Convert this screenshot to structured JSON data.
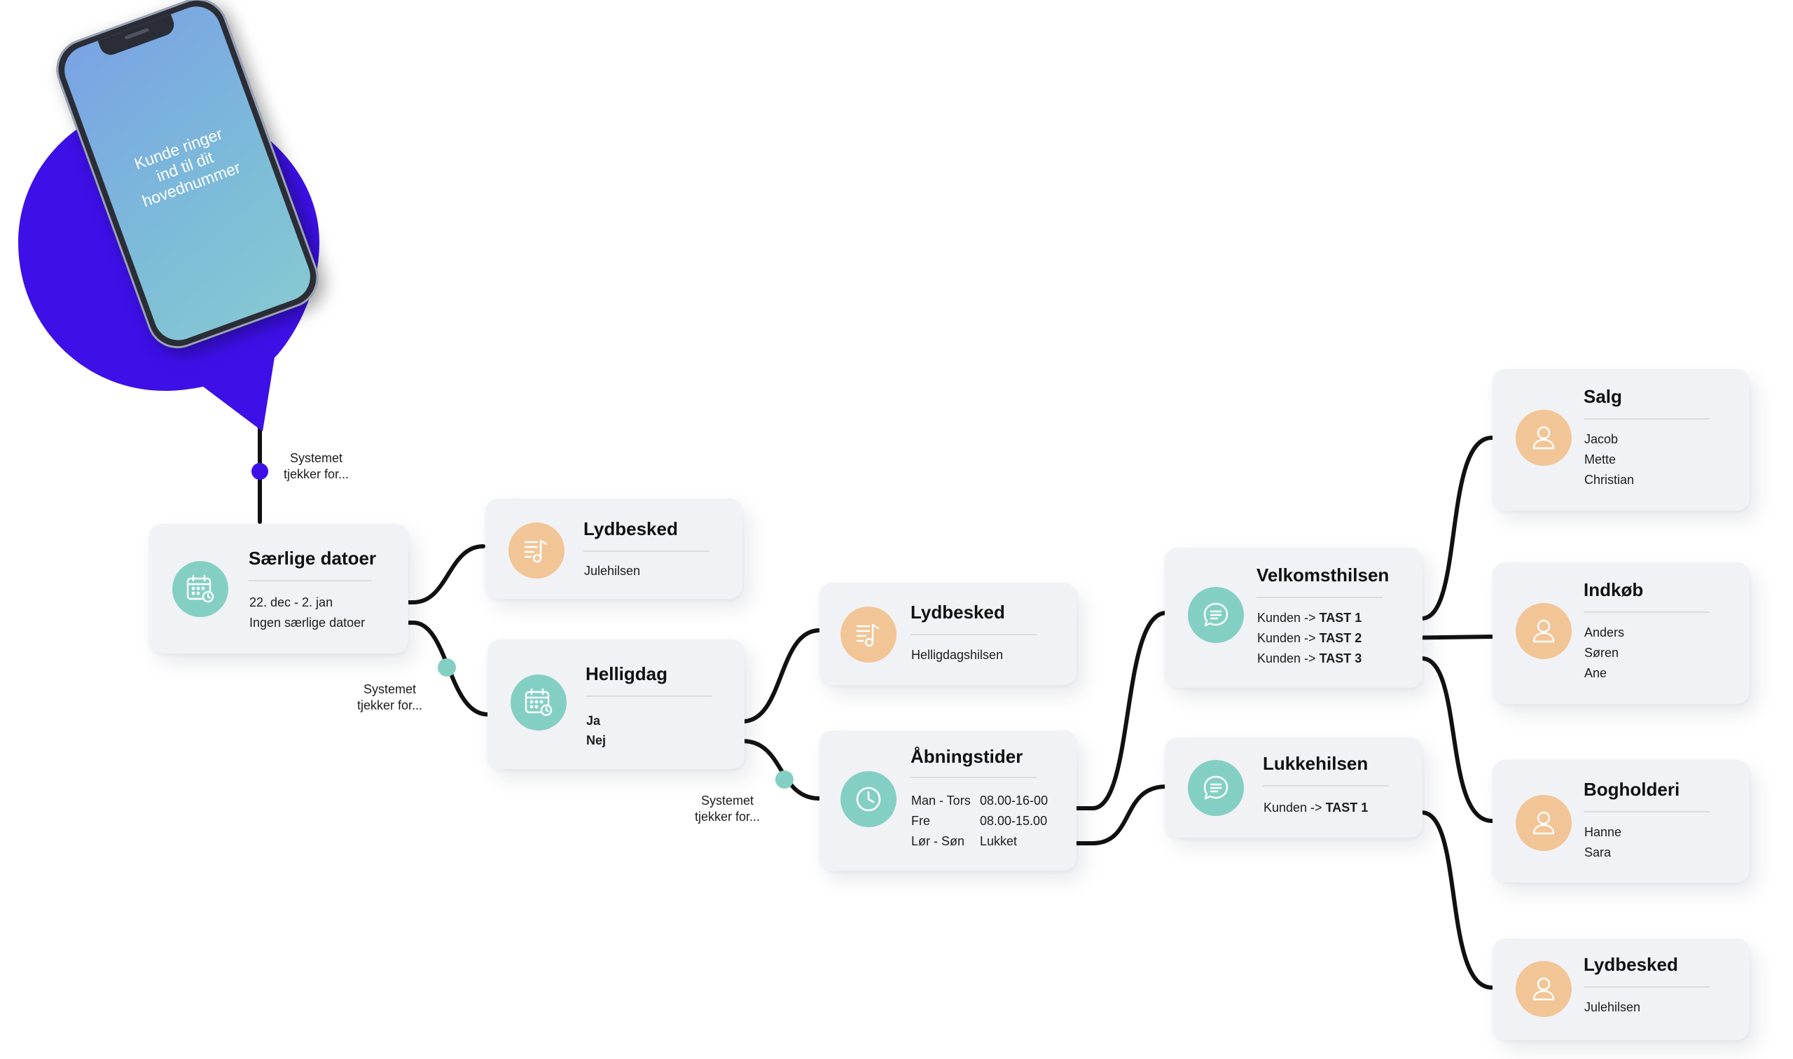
{
  "colors": {
    "accent": "#3d10e8",
    "teal": "#84cfc4",
    "peach": "#f2c597",
    "wire": "#111111",
    "card": "#f1f2f5"
  },
  "phone": {
    "lines": [
      "Kunde ringer",
      "ind til dit",
      "hovednummer"
    ]
  },
  "notes": {
    "n1": [
      "Systemet",
      "tjekker for..."
    ],
    "n2": [
      "Systemet",
      "tjekker for..."
    ],
    "n3": [
      "Systemet",
      "tjekker for..."
    ]
  },
  "cards": {
    "saerlige": {
      "icon": "calendar-icon",
      "title": "Særlige datoer",
      "lines": [
        "22. dec - 2. jan",
        "Ingen særlige datoer"
      ]
    },
    "lydbesked1": {
      "icon": "music-note-icon",
      "title": "Lydbesked",
      "lines": [
        "Julehilsen"
      ]
    },
    "helligdag": {
      "icon": "calendar-icon",
      "title": "Helligdag",
      "lines": [
        "Ja",
        "Nej"
      ]
    },
    "lydbesked2": {
      "icon": "music-note-icon",
      "title": "Lydbesked",
      "lines": [
        "Helligdagshilsen"
      ]
    },
    "abning": {
      "icon": "clock-icon",
      "title": "Åbningstider",
      "rows": [
        {
          "day": "Man - Tors",
          "time": "08.00-16-00"
        },
        {
          "day": "Fre",
          "time": "08.00-15.00"
        },
        {
          "day": "Lør - Søn",
          "time": "Lukket"
        }
      ]
    },
    "velkomst": {
      "icon": "chat-icon",
      "title": "Velkomsthilsen",
      "rows": [
        {
          "prefix": "Kunden -> ",
          "key": "TAST 1"
        },
        {
          "prefix": "Kunden -> ",
          "key": "TAST 2"
        },
        {
          "prefix": "Kunden -> ",
          "key": "TAST 3"
        }
      ]
    },
    "lukke": {
      "icon": "chat-icon",
      "title": "Lukkehilsen",
      "rows": [
        {
          "prefix": "Kunden -> ",
          "key": "TAST 1"
        }
      ]
    },
    "salg": {
      "icon": "person-icon",
      "title": "Salg",
      "lines": [
        "Jacob",
        "Mette",
        "Christian"
      ]
    },
    "indkob": {
      "icon": "person-icon",
      "title": "Indkøb",
      "lines": [
        "Anders",
        "Søren",
        "Ane"
      ]
    },
    "bogholderi": {
      "icon": "person-icon",
      "title": "Bogholderi",
      "lines": [
        "Hanne",
        "Sara"
      ]
    },
    "lydbesked3": {
      "icon": "person-icon",
      "title": "Lydbesked",
      "lines": [
        "Julehilsen"
      ]
    }
  }
}
